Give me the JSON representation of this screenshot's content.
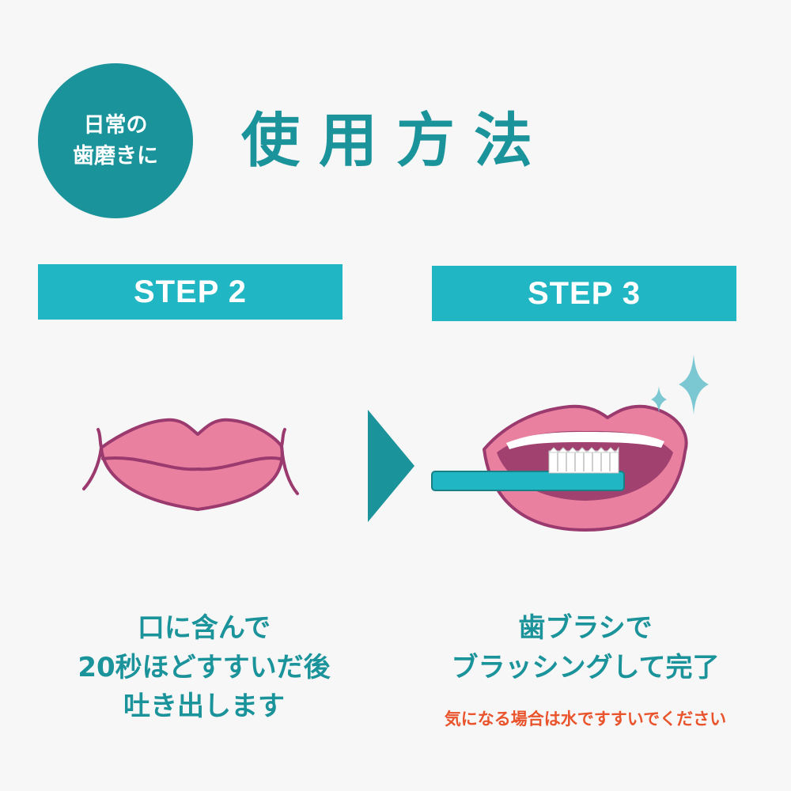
{
  "badge": {
    "line1": "日常の",
    "line2": "歯磨きに"
  },
  "title": "使用方法",
  "steps": [
    {
      "label": "STEP 2",
      "lines": [
        "口に含んで",
        "20秒ほどすすいだ後",
        "吐き出します"
      ]
    },
    {
      "label": "STEP 3",
      "lines": [
        "歯ブラシで",
        "ブラッシングして完了"
      ],
      "note": "気になる場合は水ですすいでください"
    }
  ],
  "colors": {
    "teal": "#1b939a",
    "bar": "#20b6c3",
    "lip": "#e9809f",
    "lip_outline": "#9b3a6e",
    "note": "#e9542c",
    "sparkle": "#7cc8d2"
  },
  "icons": [
    "closed-lips-icon",
    "arrow-right-icon",
    "brushing-mouth-icon",
    "sparkle-icon"
  ]
}
